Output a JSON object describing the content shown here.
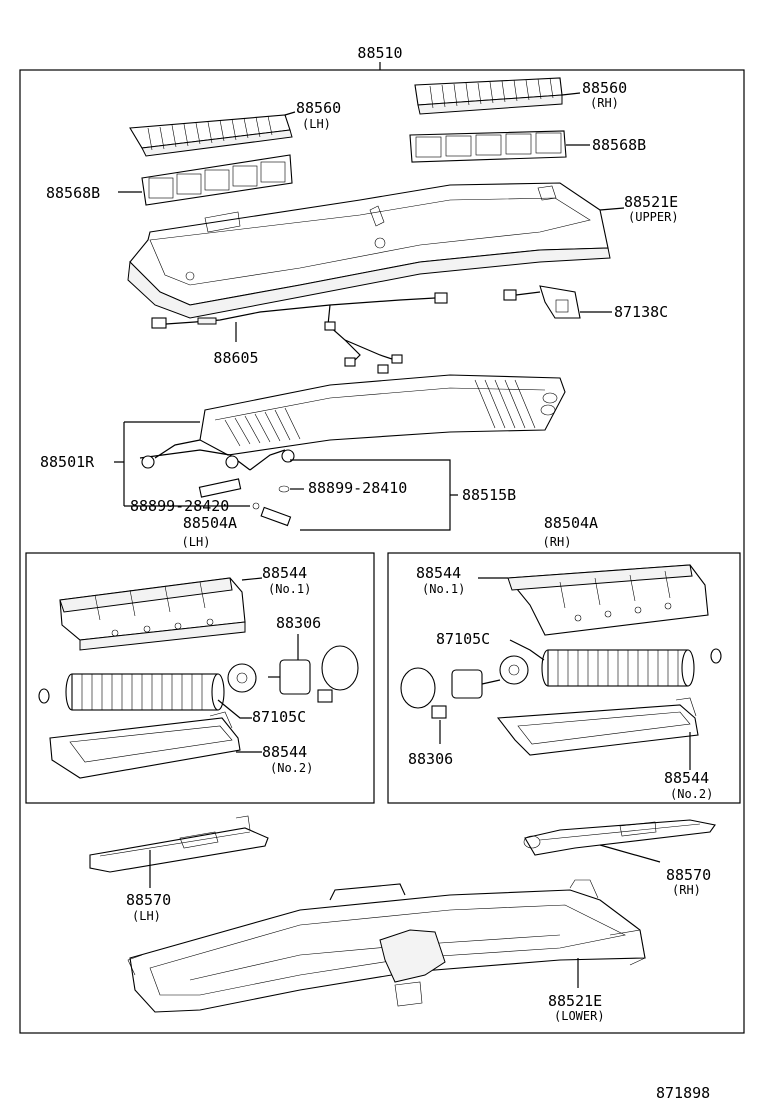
{
  "diagram_id": "871898",
  "assembly": "88510",
  "labels": {
    "p88560_lh": "88560",
    "p88560_lh_sub": "(LH)",
    "p88560_rh": "88560",
    "p88560_rh_sub": "(RH)",
    "p88568b_left": "88568B",
    "p88568b_right": "88568B",
    "p88521e_upper": "88521E",
    "p88521e_upper_sub": "(UPPER)",
    "p87138c": "87138C",
    "p88605": "88605",
    "p88501r": "88501R",
    "p88899_28410": "88899-28410",
    "p88899_28420": "88899-28420",
    "p88515b": "88515B",
    "p88504a_lh": "88504A",
    "p88504a_lh_sub": "(LH)",
    "p88504a_rh": "88504A",
    "p88504a_rh_sub": "(RH)",
    "lh_88544_no1": "88544",
    "lh_88544_no1_sub": "(No.1)",
    "lh_88306": "88306",
    "lh_87105c": "87105C",
    "lh_88544_no2": "88544",
    "lh_88544_no2_sub": "(No.2)",
    "rh_88544_no1": "88544",
    "rh_88544_no1_sub": "(No.1)",
    "rh_87105c": "87105C",
    "rh_88306": "88306",
    "rh_88544_no2": "88544",
    "rh_88544_no2_sub": "(No.2)",
    "p88570_lh": "88570",
    "p88570_lh_sub": "(LH)",
    "p88570_rh": "88570",
    "p88570_rh_sub": "(RH)",
    "p88521e_lower": "88521E",
    "p88521e_lower_sub": "(LOWER)"
  }
}
